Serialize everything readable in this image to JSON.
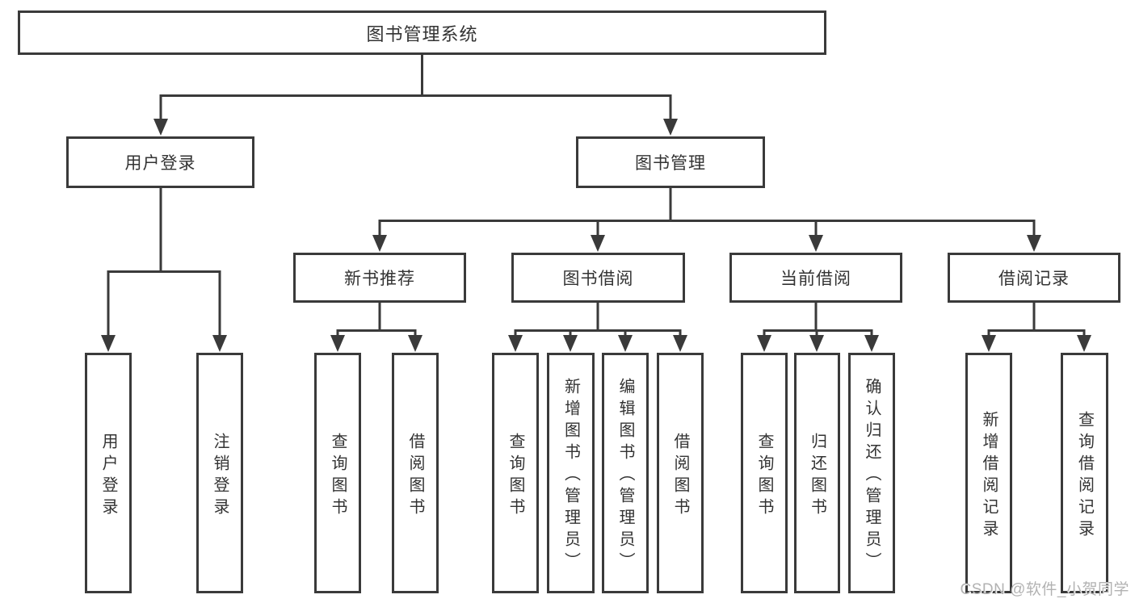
{
  "diagram": {
    "title": "图书管理系统",
    "root": {
      "label": "图书管理系统"
    },
    "level2": [
      {
        "id": "user-login",
        "label": "用户登录"
      },
      {
        "id": "book-management",
        "label": "图书管理"
      }
    ],
    "level3": [
      {
        "id": "new-book-recommend",
        "label": "新书推荐",
        "parent": "book-management"
      },
      {
        "id": "book-borrow",
        "label": "图书借阅",
        "parent": "book-management"
      },
      {
        "id": "current-borrow",
        "label": "当前借阅",
        "parent": "book-management"
      },
      {
        "id": "borrow-records",
        "label": "借阅记录",
        "parent": "book-management"
      }
    ],
    "leaves": [
      {
        "id": "user-login-leaf",
        "label": "用户登录",
        "parent": "user-login"
      },
      {
        "id": "logout-leaf",
        "label": "注销登录",
        "parent": "user-login"
      },
      {
        "id": "query-books-1",
        "label": "查询图书",
        "parent": "new-book-recommend"
      },
      {
        "id": "borrow-books-1",
        "label": "借阅图书",
        "parent": "new-book-recommend"
      },
      {
        "id": "query-books-2",
        "label": "查询图书",
        "parent": "book-borrow"
      },
      {
        "id": "add-books-admin",
        "label": "新增图书（管理员）",
        "parent": "book-borrow"
      },
      {
        "id": "edit-books-admin",
        "label": "编辑图书（管理员）",
        "parent": "book-borrow"
      },
      {
        "id": "borrow-books-2",
        "label": "借阅图书",
        "parent": "book-borrow"
      },
      {
        "id": "query-books-3",
        "label": "查询图书",
        "parent": "current-borrow"
      },
      {
        "id": "return-books",
        "label": "归还图书",
        "parent": "current-borrow"
      },
      {
        "id": "confirm-return-admin",
        "label": "确认归还（管理员）",
        "parent": "current-borrow"
      },
      {
        "id": "add-borrow-record",
        "label": "新增借阅记录",
        "parent": "borrow-records"
      },
      {
        "id": "query-borrow-record",
        "label": "查询借阅记录",
        "parent": "borrow-records"
      }
    ],
    "colors": {
      "line": "#3a3a3a",
      "text": "#333333",
      "background": "#ffffff",
      "watermark": "#b2b2b2"
    }
  },
  "watermark": {
    "text": "CSDN @软件_小贺同学"
  }
}
